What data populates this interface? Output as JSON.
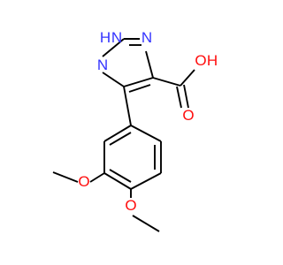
{
  "molecule": {
    "atoms": {
      "n_h": "N",
      "h_on_n": "H",
      "n_top_right": "N",
      "n_left": "N",
      "o_hydroxyl": "O",
      "h_hydroxyl": "H",
      "o_carbonyl": "O",
      "o_methoxy_1": "O",
      "o_methoxy_2": "O"
    },
    "colors": {
      "bond": "#000000",
      "nitrogen": "#3333ff",
      "oxygen": "#ff0d0d",
      "background": "#ffffff"
    }
  }
}
